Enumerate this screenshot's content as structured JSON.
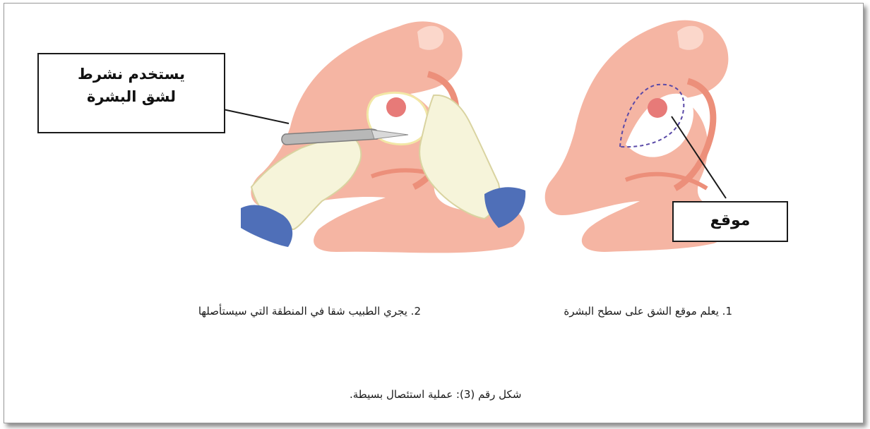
{
  "callouts": {
    "scalpel": "يستخدم نشرط لشق البشرة",
    "site": "موقع"
  },
  "steps": {
    "step1": "1.   يعلم موقع الشق على سطح  البشرة",
    "step2": "2. يجري الطبيب شقا في المنطقة التي سيستأصلها"
  },
  "figure_caption": "شكل رقم (3): عملية استئصال بسيطة.",
  "colors": {
    "skin": "#f5b5a3",
    "skin_dark": "#ec8f7a",
    "lesion": "#e77a78",
    "glove": "#f6f4da",
    "cuff": "#4f6fb8",
    "dashed_outline": "#5a4aa8"
  }
}
